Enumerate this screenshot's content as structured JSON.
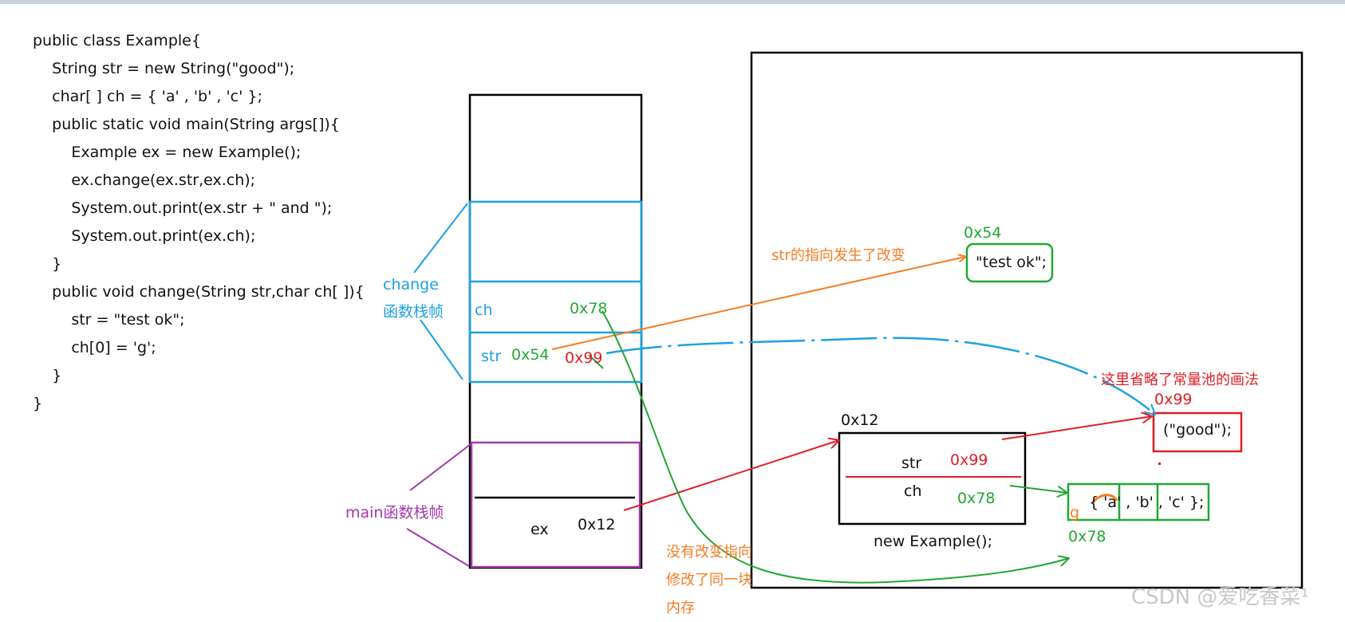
{
  "code": {
    "lines": [
      "public class Example{",
      "    String str = new String(\"good\");",
      "    char[ ] ch = { 'a' , 'b' , 'c' };",
      "    public static void main(String args[]){",
      "        Example ex = new Example();",
      "        ex.change(ex.str,ex.ch);",
      "        System.out.print(ex.str + \" and \");",
      "        System.out.print(ex.ch);",
      "    }",
      "    public void change(String str,char ch[ ]){",
      "        str = \"test ok\";",
      "        ch[0] = 'g';",
      "    }",
      "}"
    ]
  },
  "stack": {
    "change_frame_label_1": "change",
    "change_frame_label_2": "函数栈帧",
    "main_frame_label": "main函数栈帧",
    "ch_var": "ch",
    "ch_addr": "0x78",
    "str_var": "str",
    "str_addr_new": "0x54",
    "str_addr_old": "0x99",
    "ex_var": "ex",
    "ex_addr": "0x12"
  },
  "heap": {
    "test_ok_addr": "0x54",
    "test_ok_value": "\"test ok\";",
    "str_change_note": "str的指向发生了改变",
    "const_pool_note": "这里省略了常量池的画法",
    "good_addr": "0x99",
    "good_value": "(\"good\");",
    "object_addr": "0x12",
    "object_str_field": "str",
    "object_str_value": "0x99",
    "object_ch_field": "ch",
    "object_ch_value": "0x78",
    "object_caption": "new Example();",
    "array_text": "{ 'a' , 'b' , 'c' };",
    "array_new_char": "g",
    "array_addr": "0x78",
    "no_change_note_1": "没有改变指向",
    "no_change_note_2": "修改了同一块",
    "no_change_note_3": "内存"
  },
  "watermark": "CSDN @爱吃香菜¹",
  "colors": {
    "blue": "#1ba1e2",
    "green": "#21a832",
    "red": "#e01e25",
    "orange": "#f57c22",
    "purple": "#a03aa8",
    "black": "#000000"
  }
}
